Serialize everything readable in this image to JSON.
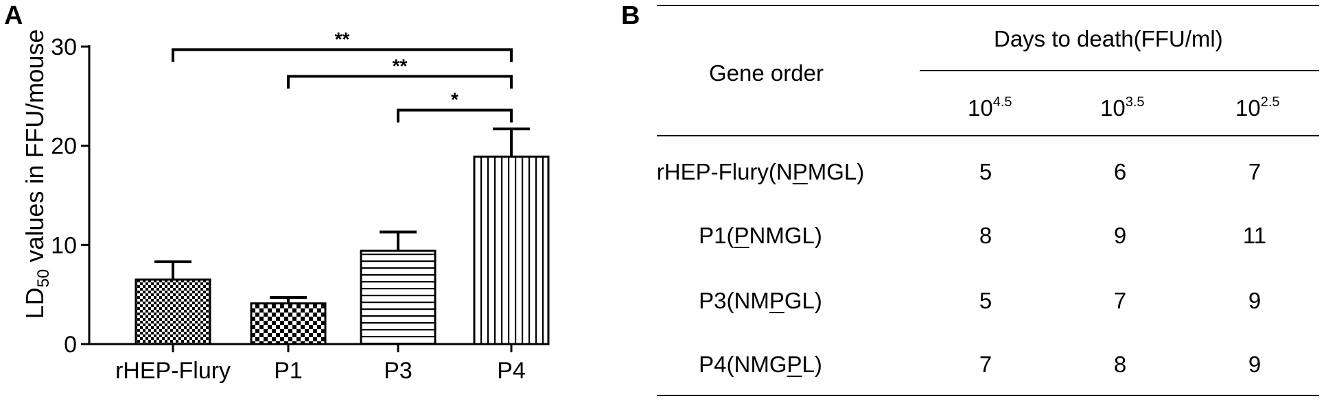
{
  "panels": {
    "a_label": "A",
    "b_label": "B"
  },
  "chart_data": {
    "type": "bar",
    "ylabel_main": "LD",
    "ylabel_sub": "50",
    "ylabel_rest": " values in FFU/mouse",
    "ylim": [
      0,
      30
    ],
    "yticks": [
      "0",
      "10",
      "20",
      "30"
    ],
    "categories": [
      "rHEP-Flury",
      "P1",
      "P3",
      "P4"
    ],
    "values": [
      6.5,
      4.1,
      9.4,
      18.9
    ],
    "errors": [
      1.8,
      0.6,
      1.9,
      2.8
    ],
    "patterns": [
      "checker-fine",
      "checker-coarse",
      "horizontal-lines",
      "vertical-lines"
    ],
    "significance": [
      {
        "from": 0,
        "to": 3,
        "label": "**",
        "y": 29.7
      },
      {
        "from": 1,
        "to": 3,
        "label": "**",
        "y": 27.0
      },
      {
        "from": 2,
        "to": 3,
        "label": "*",
        "y": 23.6
      }
    ]
  },
  "table": {
    "row_header": "Gene order",
    "group_header": "Days to death(FFU/ml)",
    "columns": [
      {
        "base": "10",
        "exp": "4.5"
      },
      {
        "base": "10",
        "exp": "3.5"
      },
      {
        "base": "10",
        "exp": "2.5"
      }
    ],
    "rows": [
      {
        "pre": "rHEP-Flury(N",
        "u": "P",
        "post": "MGL)",
        "values": [
          "5",
          "6",
          "7"
        ]
      },
      {
        "pre": "P1(",
        "u": "P",
        "post": "NMGL)",
        "values": [
          "8",
          "9",
          "11"
        ]
      },
      {
        "pre": "P3(NM",
        "u": "P",
        "post": "GL)",
        "values": [
          "5",
          "7",
          "9"
        ]
      },
      {
        "pre": "P4(NMG",
        "u": "P",
        "post": "L)",
        "values": [
          "7",
          "8",
          "9"
        ]
      }
    ]
  }
}
